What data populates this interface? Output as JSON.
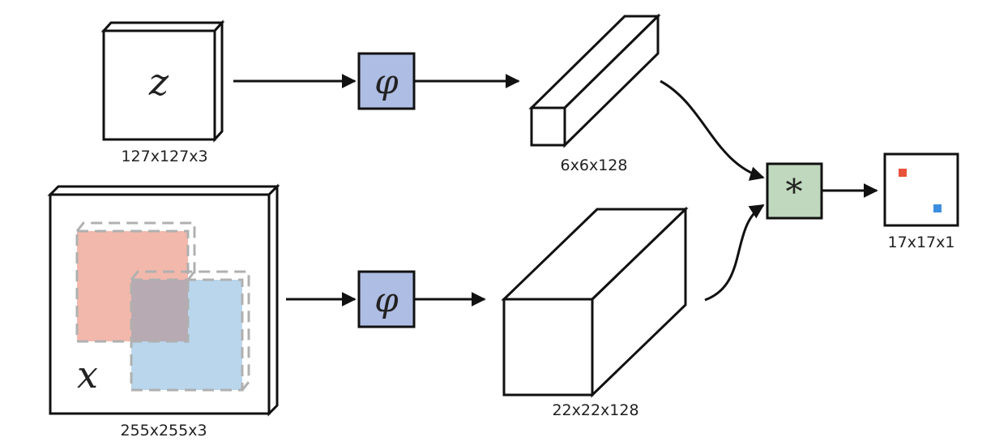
{
  "nodes": {
    "exemplar": {
      "symbol": "z",
      "size": "127x127x3"
    },
    "search": {
      "symbol": "x",
      "size": "255x255x3"
    },
    "embed_top": {
      "symbol": "φ"
    },
    "embed_bottom": {
      "symbol": "φ"
    },
    "feature_top": {
      "size": "6x6x128"
    },
    "feature_bottom": {
      "size": "22x22x128"
    },
    "xcorr": {
      "symbol": "*"
    },
    "score_map": {
      "size": "17x17x1"
    }
  },
  "colors": {
    "embed_fill": "#aebde3",
    "xcorr_fill": "#c0d8bd",
    "red_window": "#f2b8ab",
    "blue_window": "#b9d6ec",
    "overlap": "#b8aab3",
    "dashed_border": "#b0b0b0",
    "red_marker": "#e8513a",
    "blue_marker": "#3d8ee0"
  }
}
